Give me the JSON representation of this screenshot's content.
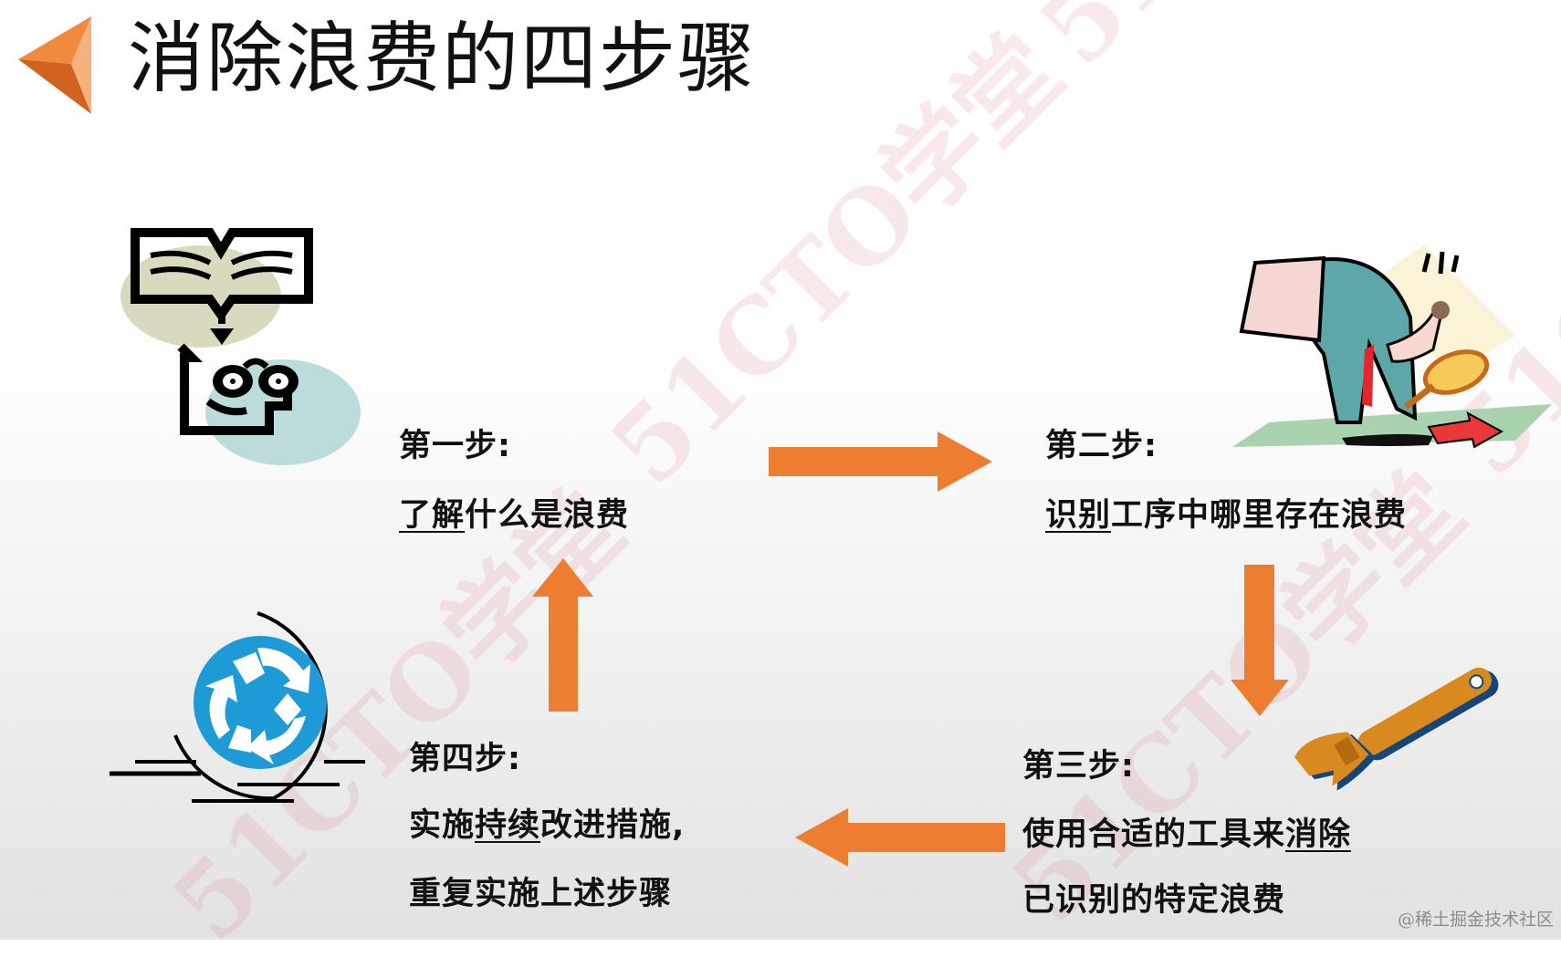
{
  "slide": {
    "title": "消除浪费的四步骤",
    "accent_color": "#ED7D31",
    "watermark_text": "51CTO学堂",
    "credit": "@稀土掘金技术社区"
  },
  "steps": [
    {
      "label": "第一步:",
      "lines": [
        {
          "segments": [
            {
              "text": "了解",
              "underline": true
            },
            {
              "text": "什么是浪费",
              "underline": false
            }
          ]
        }
      ],
      "icon": "book-to-head-icon"
    },
    {
      "label": "第二步:",
      "lines": [
        {
          "segments": [
            {
              "text": "识别",
              "underline": true
            },
            {
              "text": "工序中哪里存在浪费",
              "underline": false
            }
          ]
        }
      ],
      "icon": "magnifier-inspector-icon"
    },
    {
      "label": "第三步:",
      "lines": [
        {
          "segments": [
            {
              "text": "使用合适的工具来",
              "underline": false
            },
            {
              "text": "消除",
              "underline": true
            }
          ]
        },
        {
          "segments": [
            {
              "text": "已识别的特定浪费",
              "underline": false
            }
          ]
        }
      ],
      "icon": "wrench-icon"
    },
    {
      "label": "第四步:",
      "lines": [
        {
          "segments": [
            {
              "text": "实施",
              "underline": false
            },
            {
              "text": "持续",
              "underline": true
            },
            {
              "text": "改进措施,",
              "underline": false
            }
          ]
        },
        {
          "segments": [
            {
              "text": "重复实施上述步骤",
              "underline": false
            }
          ]
        }
      ],
      "icon": "recycle-icon"
    }
  ]
}
